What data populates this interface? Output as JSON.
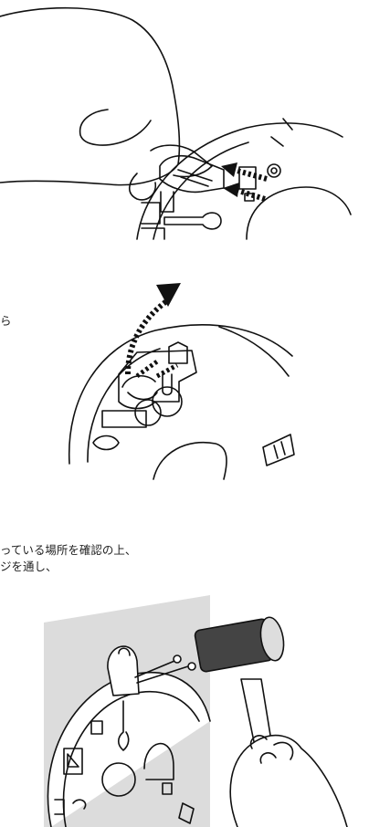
{
  "step2": {
    "fragment": "ら"
  },
  "step3": {
    "line1": "っている場所を確認の上、",
    "line2": "ジを通し、"
  }
}
